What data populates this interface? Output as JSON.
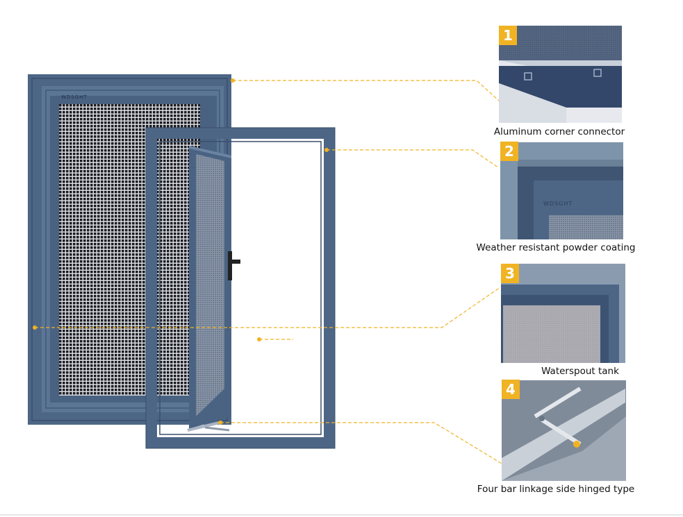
{
  "brand_mark": "WDSGHT",
  "callouts": [
    {
      "number": "1",
      "label": "Aluminum corner connector"
    },
    {
      "number": "2",
      "label": "Weather resistant powder coating"
    },
    {
      "number": "3",
      "label": "Waterspout tank"
    },
    {
      "number": "4",
      "label": "Four bar linkage side hinged type"
    }
  ],
  "colors": {
    "frame": "#4d6686",
    "frame_dark": "#3a4f6b",
    "mesh": "#1c1d22",
    "leader": "#f0b323",
    "badge": "#f0b323"
  }
}
